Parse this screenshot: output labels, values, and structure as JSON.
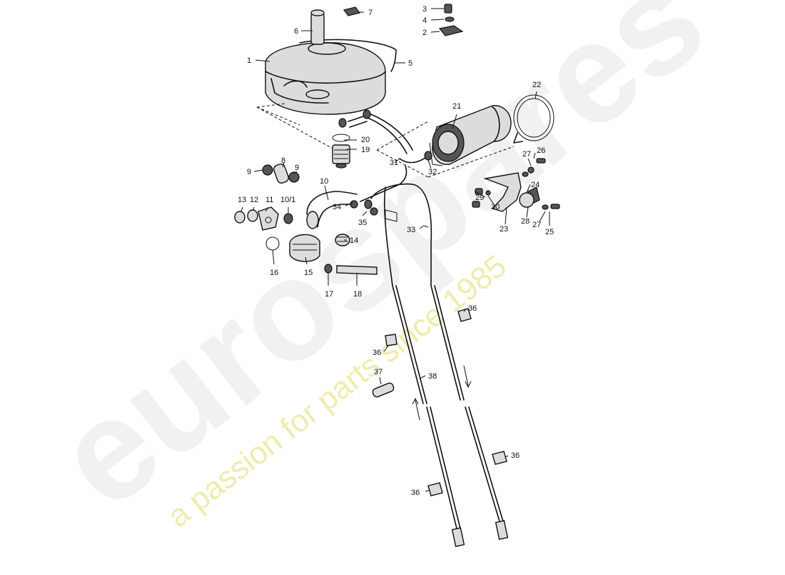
{
  "watermark": {
    "brand": "eurospares",
    "tagline": "a passion for parts since 1985",
    "brand_color": "#c8c8c8",
    "tagline_color": "#e0d550"
  },
  "callouts": {
    "c1": "1",
    "c2": "2",
    "c3": "3",
    "c4": "4",
    "c5": "5",
    "c6": "6",
    "c7": "7",
    "c8": "8",
    "c9a": "9",
    "c9b": "9",
    "c10": "10",
    "c10_1": "10/1",
    "c11": "11",
    "c12": "12",
    "c13": "13",
    "c14": "14",
    "c15": "15",
    "c16": "16",
    "c17": "17",
    "c18": "18",
    "c19": "19",
    "c20": "20",
    "c21": "21",
    "c22": "22",
    "c23": "23",
    "c24": "24",
    "c25": "25",
    "c26": "26",
    "c27a": "27",
    "c27b": "27",
    "c28": "28",
    "c29": "29",
    "c30": "30",
    "c31": "31",
    "c32": "32",
    "c33": "33",
    "c34": "34",
    "c35": "35",
    "c36a": "36",
    "c36b": "36",
    "c36c": "36",
    "c36d": "36",
    "c37": "37",
    "c38": "38"
  }
}
